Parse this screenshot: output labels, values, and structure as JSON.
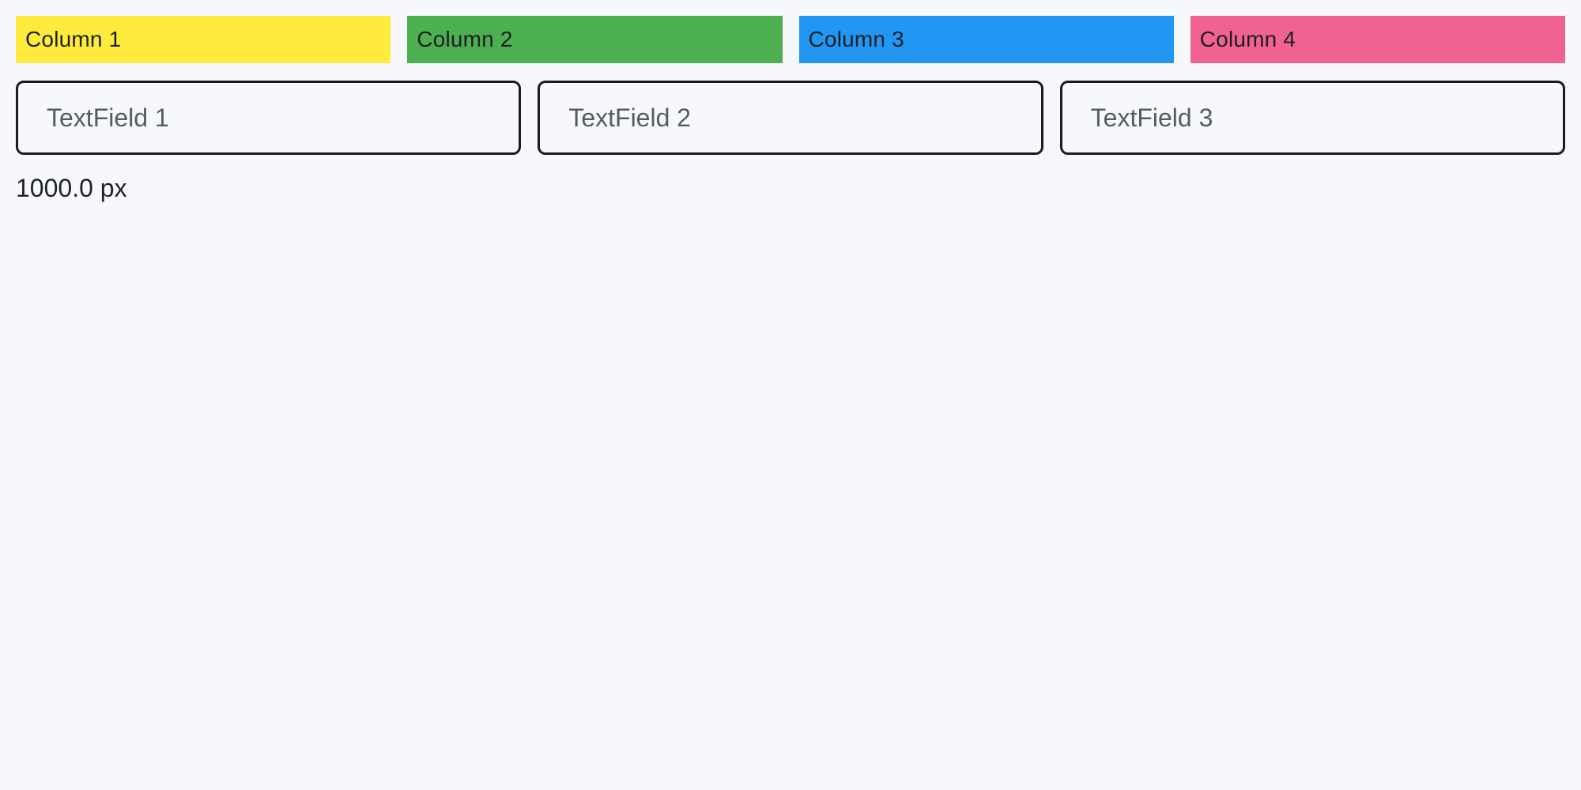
{
  "page": {
    "background_color": "#F7F8FC",
    "width_label": "1000.0 px"
  },
  "columns": [
    {
      "label": "Column 1",
      "color": "#FFEB3B"
    },
    {
      "label": "Column 2",
      "color": "#4CAF50"
    },
    {
      "label": "Column 3",
      "color": "#2196F3"
    },
    {
      "label": "Column 4",
      "color": "#F06292"
    }
  ],
  "textfields": [
    {
      "placeholder": "TextField 1",
      "value": ""
    },
    {
      "placeholder": "TextField 2",
      "value": ""
    },
    {
      "placeholder": "TextField 3",
      "value": ""
    }
  ]
}
